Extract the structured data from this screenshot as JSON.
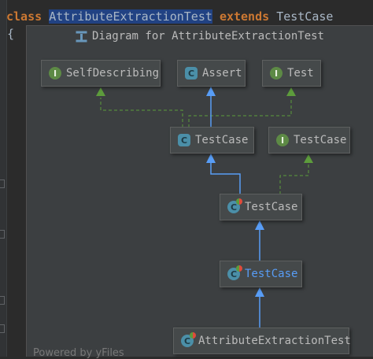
{
  "code": {
    "kw_class": "class",
    "class_name": "AttributeExtractionTest",
    "kw_extends": "extends",
    "super_name": "TestCase",
    "brace": "{"
  },
  "popup": {
    "title": "Diagram for AttributeExtractionTest",
    "footer": "Powered by yFiles"
  },
  "nodes": [
    {
      "id": "self-describing",
      "kind": "I",
      "label": "SelfDescribing"
    },
    {
      "id": "assert",
      "kind": "C",
      "label": "Assert"
    },
    {
      "id": "test-iface",
      "kind": "I",
      "label": "Test"
    },
    {
      "id": "testcase-junit",
      "kind": "C",
      "label": "TestCase"
    },
    {
      "id": "testcase-iface",
      "kind": "I",
      "label": "TestCase"
    },
    {
      "id": "testcase-abstract",
      "kind": "C-abstract",
      "label": "TestCase"
    },
    {
      "id": "testcase-current",
      "kind": "C-abstract",
      "label": "TestCase"
    },
    {
      "id": "attribute-extraction-test",
      "kind": "C-abstract",
      "label": "AttributeExtractionTest"
    }
  ],
  "colors": {
    "extends_arrow": "#589df6",
    "implements_arrow": "#5d9c3c",
    "selection": "#214283",
    "keyword": "#cc7832"
  }
}
